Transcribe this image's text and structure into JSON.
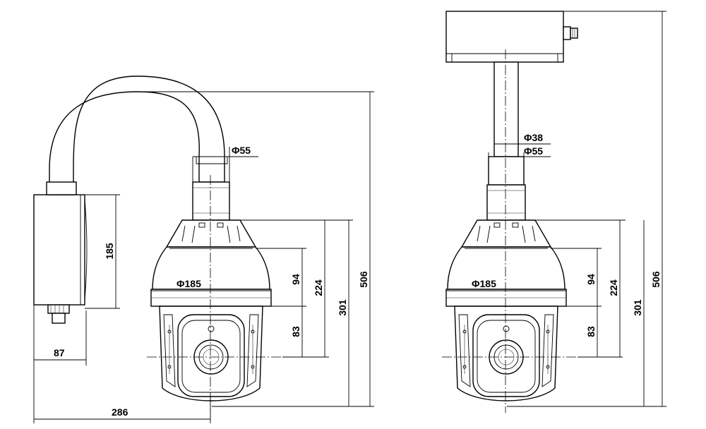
{
  "left_view": {
    "dims": {
      "pipe_diameter": "Φ55",
      "dome_diameter": "Φ185",
      "box_height": "185",
      "box_offset": "87",
      "total_reach": "286",
      "dome_upper": "94",
      "dome_lower": "83",
      "dome_to_top": "224",
      "camera_height": "301",
      "total_height": "506"
    }
  },
  "right_view": {
    "dims": {
      "rod_diameter": "Φ38",
      "pipe_diameter": "Φ55",
      "dome_diameter": "Φ185",
      "dome_upper": "94",
      "dome_lower": "83",
      "dome_to_top": "224",
      "camera_height": "301",
      "total_height": "506"
    }
  }
}
